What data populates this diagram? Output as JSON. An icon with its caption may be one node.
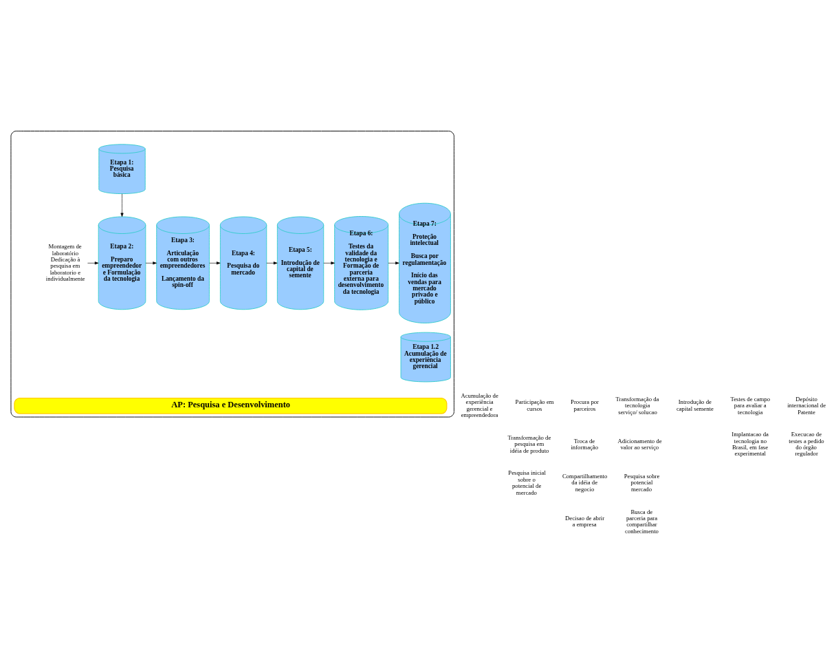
{
  "diagram": {
    "nodes": [
      {
        "text": [],
        "shape": "cylinder"
      },
      {
        "text": [
          "Etapa 1: Pesquisa básica"
        ],
        "in": 0
      },
      {
        "text": [
          "Montagem de laboratório Dedicação à pesquisa em laboratorio e individualmente"
        ],
        "in": 0
      },
      {
        "text": [
          "Etapa 1.2 Acumulação de experiência gerencial"
        ],
        "in": 0
      },
      {
        "text": [
          "Etapa 2:",
          "Preparo empreendedor e Formulação da tecnologia"
        ],
        "in": 0
      },
      {
        "text": [
          "Etapa 3:",
          "Articulação com outros empreendedores",
          "Lançamento da spin-off"
        ],
        "in": 0
      },
      {
        "text": [
          "Etapa 4:",
          "Pesquisa do mercado"
        ],
        "in": 0
      },
      {
        "text": [
          "Etapa 5:",
          "Introdução de capital de semente"
        ],
        "in": 0
      },
      {
        "text": [
          "Etapa 6:",
          "Testes da validade da tecnologia e Formação de parceria externa para desenvolvimento da tecnologia"
        ],
        "in": 0
      },
      {
        "text": [
          "Etapa 7:",
          "Proteção intelectual",
          "Busca por regulamentação",
          "Início das vendas para mercado privado e público"
        ],
        "in": 0
      },
      {
        "text": [
          "AP: Pesquisa e Desenvolvimento"
        ],
        "in": 0
      }
    ],
    "edges": [
      {
        "from": 1,
        "to": 4,
        "arrow": "to"
      },
      {
        "from": 2,
        "to": 4,
        "arrow": "to"
      },
      {
        "from": 4,
        "to": 5,
        "arrow": "to"
      },
      {
        "from": 5,
        "to": 6,
        "arrow": "to"
      },
      {
        "from": 6,
        "to": 7,
        "arrow": "to"
      },
      {
        "from": 7,
        "to": 8,
        "arrow": "to"
      },
      {
        "from": 8,
        "to": 9,
        "arrow": "to"
      }
    ],
    "labels": [
      "Acumulação de experiência gerencial e empreendedora",
      "Participação em cursos",
      "Transformação de pesquisa em idéia de produto",
      "Pesquisa inicial sobre o potencial de mercado",
      "Procura por parceiros",
      "Troca de informação",
      "Compartilhamento da idéia de negocio",
      "Decisao de abrir a empresa",
      "Transformação da tecnologia serviço/ solucao",
      "Adicionamento de valor ao serviço",
      "Pesquisa sobre potencial mercado",
      "Busca de parceria para compartilhar conhecimento",
      "Introdução de capital semente",
      "Testes de campo para avaliar a tecnologia",
      "Implantacao da tecnologia no Brasil, em fase experimental",
      "Depósito internacional de Patente",
      "Execucao de testes a pedido do órgão regulador"
    ]
  }
}
